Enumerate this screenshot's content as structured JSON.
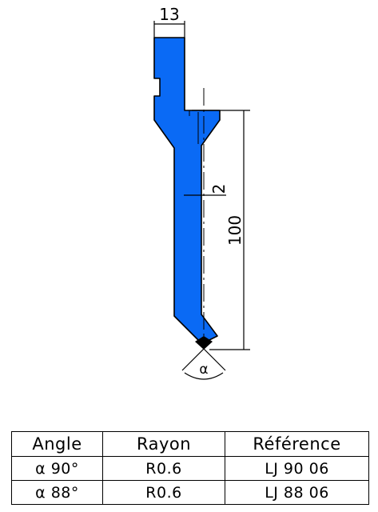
{
  "drawing": {
    "tool_color": "#0a6af5",
    "dim_width": "13",
    "dim_radius": "2",
    "dim_height": "100",
    "angle_symbol": "α"
  },
  "table": {
    "headers": [
      "Angle",
      "Rayon",
      "Référence"
    ],
    "rows": [
      [
        "α 90°",
        "R0.6",
        "LJ 90 06"
      ],
      [
        "α 88°",
        "R0.6",
        "LJ 88 06"
      ]
    ]
  }
}
